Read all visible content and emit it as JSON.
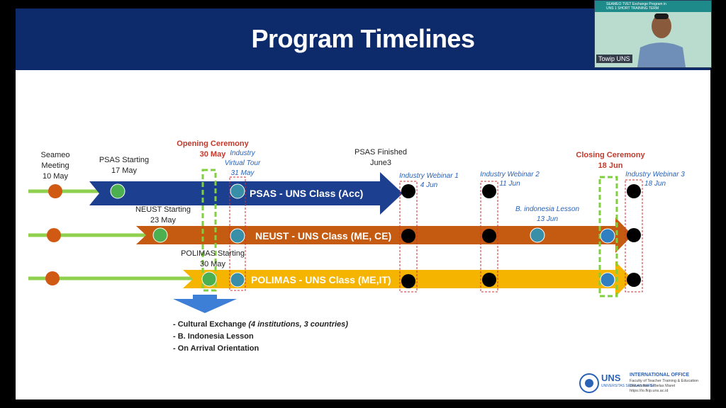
{
  "title": "Program Timelines",
  "labels": {
    "seameo": [
      "Seameo",
      "Meeting",
      "10 May"
    ],
    "psas_start": [
      "PSAS Starting",
      "17 May"
    ],
    "opening": [
      "Opening Ceremony",
      "30 May"
    ],
    "virtual_tour": [
      "Industry",
      "Virtual Tour",
      "31 May"
    ],
    "psas_finish": [
      "PSAS Finished",
      "June3"
    ],
    "webinar1": [
      "Industry Webinar 1",
      "4 Jun"
    ],
    "webinar2": [
      "Industry Webinar 2",
      "11 Jun"
    ],
    "closing": [
      "Closing Ceremony",
      "18 Jun"
    ],
    "webinar3": [
      "Industry Webinar 3",
      "18 Jun"
    ],
    "neust_start": [
      "NEUST Starting",
      "23 May"
    ],
    "bindo_lesson": [
      "B. indonesia Lesson",
      "13 Jun"
    ],
    "polimas_start": [
      "POLIMAS Starting",
      "30 May"
    ]
  },
  "arrows": {
    "psas": "PSAS - UNS Class (Acc)",
    "neust": "NEUST - UNS Class (ME, CE)",
    "polimas": "POLIMAS - UNS Class (ME,IT)"
  },
  "notes": {
    "item1_lead": "- Cultural Exchange ",
    "item1_detail": "(4 institutions,  3 countries)",
    "item2": "- B. Indonesia Lesson",
    "item3": "- On Arrival Orientation"
  },
  "video": {
    "participant_name": "Towip UNS",
    "banner_text": [
      "SEAMEO TVET Exchange Program in",
      "UNS 1 SHORT TRAINING TERM"
    ]
  },
  "footer": {
    "uns": "UNS",
    "uns_sub": "UNIVERSITAS SEBELAS MARET",
    "office": "INTERNATIONAL OFFICE",
    "office_lines": [
      "Faculty of Teacher Training & Education",
      "Universitas Sebelas Maret",
      "https://io.fkip.uns.ac.id"
    ]
  },
  "colors": {
    "header": "#0d2a6b",
    "psas_arrow": "#1c3f8f",
    "neust_arrow": "#c55a11",
    "polimas_arrow": "#f5b400",
    "lead_line": "#8fd14f",
    "seameo_dot": "#d05a14",
    "start_dot": "#4caf50",
    "event_dot": "#3a8fa8",
    "closing_dot": "#2f7fc1",
    "webinar_dot": "#000000",
    "highlight_dash": "#7fcf3f",
    "red_dash": "#d03030"
  }
}
